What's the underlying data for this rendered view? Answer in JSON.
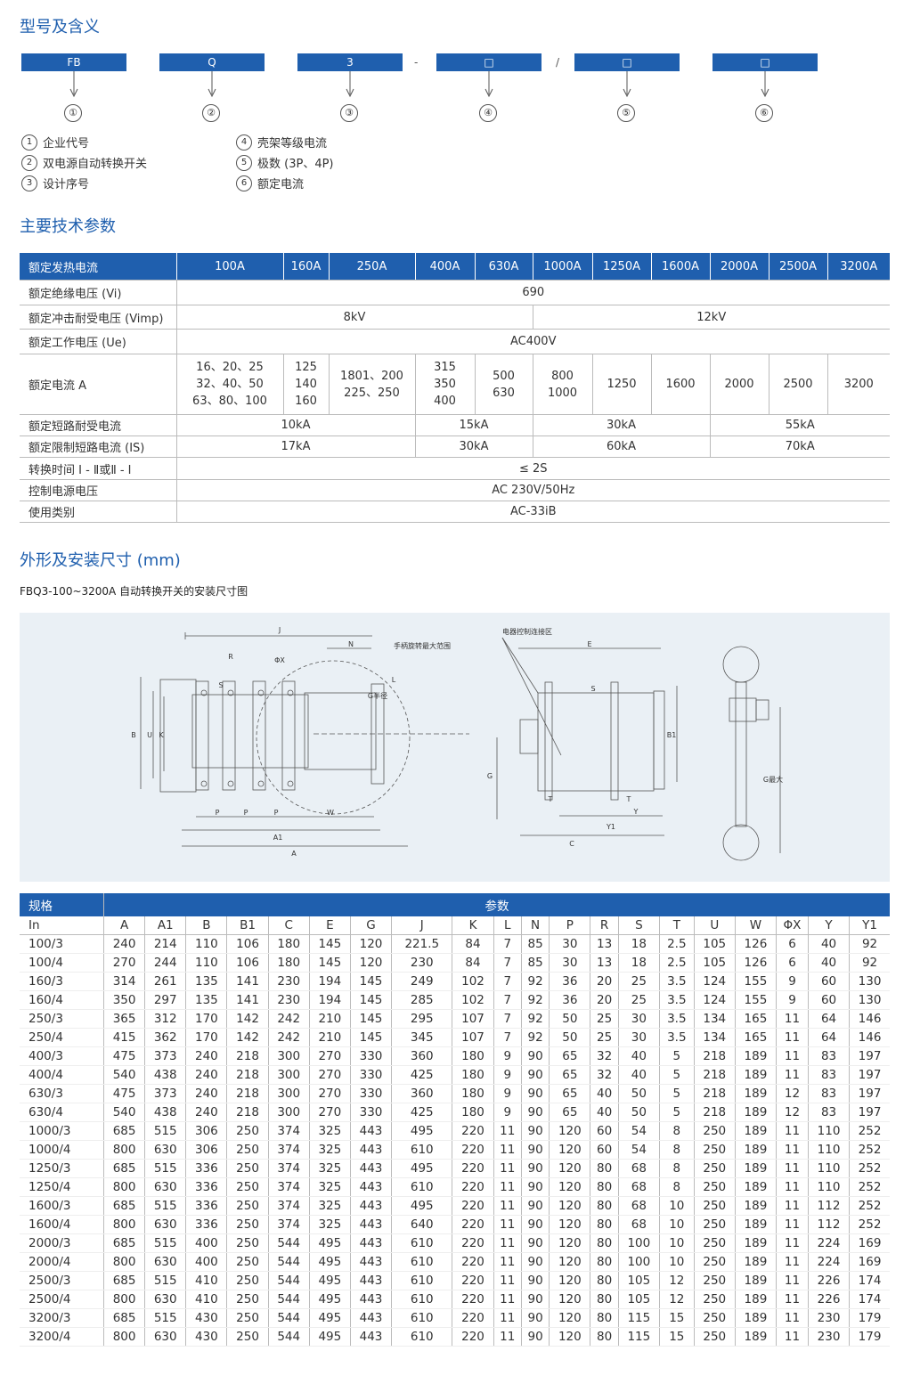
{
  "section1": {
    "title": "型号及含义"
  },
  "model_codes": [
    "FB",
    "Q",
    "3",
    "□",
    "□",
    "□"
  ],
  "model_separators": [
    "-",
    "/"
  ],
  "model_numbers": [
    "①",
    "②",
    "③",
    "④",
    "⑤",
    "⑥"
  ],
  "legend": [
    {
      "num": "1",
      "text": "企业代号"
    },
    {
      "num": "2",
      "text": "双电源自动转换开关"
    },
    {
      "num": "3",
      "text": "设计序号"
    },
    {
      "num": "4",
      "text": "壳架等级电流"
    },
    {
      "num": "5",
      "text": "极数 (3P、4P)"
    },
    {
      "num": "6",
      "text": "额定电流"
    }
  ],
  "section2": {
    "title": "主要技术参数"
  },
  "spec_table": {
    "header": [
      "额定发热电流",
      "100A",
      "160A",
      "250A",
      "400A",
      "630A",
      "1000A",
      "1250A",
      "1600A",
      "2000A",
      "2500A",
      "3200A"
    ],
    "rows": {
      "vi_label": "额定绝缘电压 (Vi)",
      "vi_value": "690",
      "vimp_label": "额定冲击耐受电压 (Vimp)",
      "vimp_a": "8kV",
      "vimp_b": "12kV",
      "ue_label": "额定工作电压 (Ue)",
      "ue_value": "AC400V",
      "current_label": "额定电流 A",
      "current_values": [
        "16、20、25\n32、40、50\n63、80、100",
        "125\n140\n160",
        "1801、200\n225、250",
        "315\n350\n400",
        "500\n630",
        "800\n1000",
        "1250",
        "1600",
        "2000",
        "2500",
        "3200"
      ],
      "icw_label": "额定短路耐受电流",
      "icw": [
        "10kA",
        "15kA",
        "30kA",
        "55kA"
      ],
      "is_label": "额定限制短路电流 (IS)",
      "is": [
        "17kA",
        "30kA",
        "60kA",
        "70kA"
      ],
      "switch_label": "转换时间 Ⅰ - Ⅱ或Ⅱ - Ⅰ",
      "switch_value": "≤ 2S",
      "ctrl_label": "控制电源电压",
      "ctrl_value": "AC 230V/50Hz",
      "cat_label": "使用类别",
      "cat_value": "AC-33iB"
    }
  },
  "section3": {
    "title": "外形及安装尺寸 (mm)"
  },
  "drawing_caption": "FBQ3-100~3200A 自动转换开关的安装尺寸图",
  "drawing_labels": {
    "J": "J",
    "N": "N",
    "handle": "手柄旋转最大范围",
    "R": "R",
    "phiX": "ΦX",
    "S": "S",
    "L": "L",
    "G_radius": "G半径",
    "B": "B",
    "U": "U",
    "K": "K",
    "P": "P",
    "W": "W",
    "A1": "A1",
    "A": "A",
    "ctrl_area": "电器控制连接区",
    "E": "E",
    "B1": "B1",
    "G": "G",
    "T": "T",
    "Y": "Y",
    "Y1": "Y1",
    "C": "C",
    "G_max": "G最大"
  },
  "dim_table": {
    "header_spec": "规格",
    "header_params": "参数",
    "columns": [
      "In",
      "A",
      "A1",
      "B",
      "B1",
      "C",
      "E",
      "G",
      "J",
      "K",
      "L",
      "N",
      "P",
      "R",
      "S",
      "T",
      "U",
      "W",
      "ΦX",
      "Y",
      "Y1"
    ],
    "rows": [
      [
        "100/3",
        "240",
        "214",
        "110",
        "106",
        "180",
        "145",
        "120",
        "221.5",
        "84",
        "7",
        "85",
        "30",
        "13",
        "18",
        "2.5",
        "105",
        "126",
        "6",
        "40",
        "92"
      ],
      [
        "100/4",
        "270",
        "244",
        "110",
        "106",
        "180",
        "145",
        "120",
        "230",
        "84",
        "7",
        "85",
        "30",
        "13",
        "18",
        "2.5",
        "105",
        "126",
        "6",
        "40",
        "92"
      ],
      [
        "160/3",
        "314",
        "261",
        "135",
        "141",
        "230",
        "194",
        "145",
        "249",
        "102",
        "7",
        "92",
        "36",
        "20",
        "25",
        "3.5",
        "124",
        "155",
        "9",
        "60",
        "130"
      ],
      [
        "160/4",
        "350",
        "297",
        "135",
        "141",
        "230",
        "194",
        "145",
        "285",
        "102",
        "7",
        "92",
        "36",
        "20",
        "25",
        "3.5",
        "124",
        "155",
        "9",
        "60",
        "130"
      ],
      [
        "250/3",
        "365",
        "312",
        "170",
        "142",
        "242",
        "210",
        "145",
        "295",
        "107",
        "7",
        "92",
        "50",
        "25",
        "30",
        "3.5",
        "134",
        "165",
        "11",
        "64",
        "146"
      ],
      [
        "250/4",
        "415",
        "362",
        "170",
        "142",
        "242",
        "210",
        "145",
        "345",
        "107",
        "7",
        "92",
        "50",
        "25",
        "30",
        "3.5",
        "134",
        "165",
        "11",
        "64",
        "146"
      ],
      [
        "400/3",
        "475",
        "373",
        "240",
        "218",
        "300",
        "270",
        "330",
        "360",
        "180",
        "9",
        "90",
        "65",
        "32",
        "40",
        "5",
        "218",
        "189",
        "11",
        "83",
        "197"
      ],
      [
        "400/4",
        "540",
        "438",
        "240",
        "218",
        "300",
        "270",
        "330",
        "425",
        "180",
        "9",
        "90",
        "65",
        "32",
        "40",
        "5",
        "218",
        "189",
        "11",
        "83",
        "197"
      ],
      [
        "630/3",
        "475",
        "373",
        "240",
        "218",
        "300",
        "270",
        "330",
        "360",
        "180",
        "9",
        "90",
        "65",
        "40",
        "50",
        "5",
        "218",
        "189",
        "12",
        "83",
        "197"
      ],
      [
        "630/4",
        "540",
        "438",
        "240",
        "218",
        "300",
        "270",
        "330",
        "425",
        "180",
        "9",
        "90",
        "65",
        "40",
        "50",
        "5",
        "218",
        "189",
        "12",
        "83",
        "197"
      ],
      [
        "1000/3",
        "685",
        "515",
        "306",
        "250",
        "374",
        "325",
        "443",
        "495",
        "220",
        "11",
        "90",
        "120",
        "60",
        "54",
        "8",
        "250",
        "189",
        "11",
        "110",
        "252"
      ],
      [
        "1000/4",
        "800",
        "630",
        "306",
        "250",
        "374",
        "325",
        "443",
        "610",
        "220",
        "11",
        "90",
        "120",
        "60",
        "54",
        "8",
        "250",
        "189",
        "11",
        "110",
        "252"
      ],
      [
        "1250/3",
        "685",
        "515",
        "336",
        "250",
        "374",
        "325",
        "443",
        "495",
        "220",
        "11",
        "90",
        "120",
        "80",
        "68",
        "8",
        "250",
        "189",
        "11",
        "110",
        "252"
      ],
      [
        "1250/4",
        "800",
        "630",
        "336",
        "250",
        "374",
        "325",
        "443",
        "610",
        "220",
        "11",
        "90",
        "120",
        "80",
        "68",
        "8",
        "250",
        "189",
        "11",
        "110",
        "252"
      ],
      [
        "1600/3",
        "685",
        "515",
        "336",
        "250",
        "374",
        "325",
        "443",
        "495",
        "220",
        "11",
        "90",
        "120",
        "80",
        "68",
        "10",
        "250",
        "189",
        "11",
        "112",
        "252"
      ],
      [
        "1600/4",
        "800",
        "630",
        "336",
        "250",
        "374",
        "325",
        "443",
        "640",
        "220",
        "11",
        "90",
        "120",
        "80",
        "68",
        "10",
        "250",
        "189",
        "11",
        "112",
        "252"
      ],
      [
        "2000/3",
        "685",
        "515",
        "400",
        "250",
        "544",
        "495",
        "443",
        "610",
        "220",
        "11",
        "90",
        "120",
        "80",
        "100",
        "10",
        "250",
        "189",
        "11",
        "224",
        "169"
      ],
      [
        "2000/4",
        "800",
        "630",
        "400",
        "250",
        "544",
        "495",
        "443",
        "610",
        "220",
        "11",
        "90",
        "120",
        "80",
        "100",
        "10",
        "250",
        "189",
        "11",
        "224",
        "169"
      ],
      [
        "2500/3",
        "685",
        "515",
        "410",
        "250",
        "544",
        "495",
        "443",
        "610",
        "220",
        "11",
        "90",
        "120",
        "80",
        "105",
        "12",
        "250",
        "189",
        "11",
        "226",
        "174"
      ],
      [
        "2500/4",
        "800",
        "630",
        "410",
        "250",
        "544",
        "495",
        "443",
        "610",
        "220",
        "11",
        "90",
        "120",
        "80",
        "105",
        "12",
        "250",
        "189",
        "11",
        "226",
        "174"
      ],
      [
        "3200/3",
        "685",
        "515",
        "430",
        "250",
        "544",
        "495",
        "443",
        "610",
        "220",
        "11",
        "90",
        "120",
        "80",
        "115",
        "15",
        "250",
        "189",
        "11",
        "230",
        "179"
      ],
      [
        "3200/4",
        "800",
        "630",
        "430",
        "250",
        "544",
        "495",
        "443",
        "610",
        "220",
        "11",
        "90",
        "120",
        "80",
        "115",
        "15",
        "250",
        "189",
        "11",
        "230",
        "179"
      ]
    ]
  }
}
